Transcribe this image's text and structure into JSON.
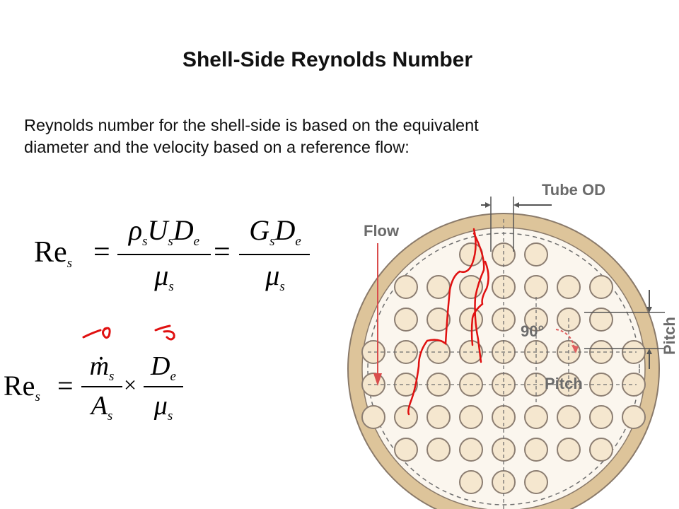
{
  "slide": {
    "title": "Shell-Side Reynolds  Number",
    "body": "Reynolds number for the shell-side is based on the equivalent diameter and the velocity based on a reference flow:"
  },
  "equations": {
    "eq1": {
      "lhs_base": "Re",
      "lhs_sub": "s",
      "equals": "=",
      "frac1_num": [
        {
          "b": "ρ",
          "s": "s"
        },
        {
          "b": "U",
          "s": "s"
        },
        {
          "b": "D",
          "s": "e"
        }
      ],
      "frac1_den": [
        {
          "b": "μ",
          "s": "s"
        }
      ],
      "frac2_num": [
        {
          "b": "G",
          "s": "s"
        },
        {
          "b": "D",
          "s": "e"
        }
      ],
      "frac2_den": [
        {
          "b": "μ",
          "s": "s"
        }
      ]
    },
    "eq2": {
      "lhs_base": "Re",
      "lhs_sub": "s",
      "equals": "=",
      "frac1_num": [
        {
          "b": "ṁ",
          "s": "s"
        }
      ],
      "frac1_den": [
        {
          "b": "A",
          "s": "s"
        }
      ],
      "times": "×",
      "frac2_num": [
        {
          "b": "D",
          "s": "e"
        }
      ],
      "frac2_den": [
        {
          "b": "μ",
          "s": "s"
        }
      ]
    }
  },
  "diagram": {
    "label_tube_od": "Tube OD",
    "label_flow": "Flow",
    "label_angle": "90°",
    "label_pitch_bottom": "Pitch",
    "label_pitch_side": "Pitch",
    "colors": {
      "shell_ring": "#ddc49a",
      "shell_outline": "#8a7a6a",
      "tube_fill": "#f5e7cf",
      "tube_stroke": "#8c7e72",
      "interior": "#fbf6ee",
      "dashed": "#6f6f6f",
      "flow_arrow": "#d94c4c",
      "annotation_red": "#e01010",
      "label_gray": "#6b6b6b"
    }
  }
}
